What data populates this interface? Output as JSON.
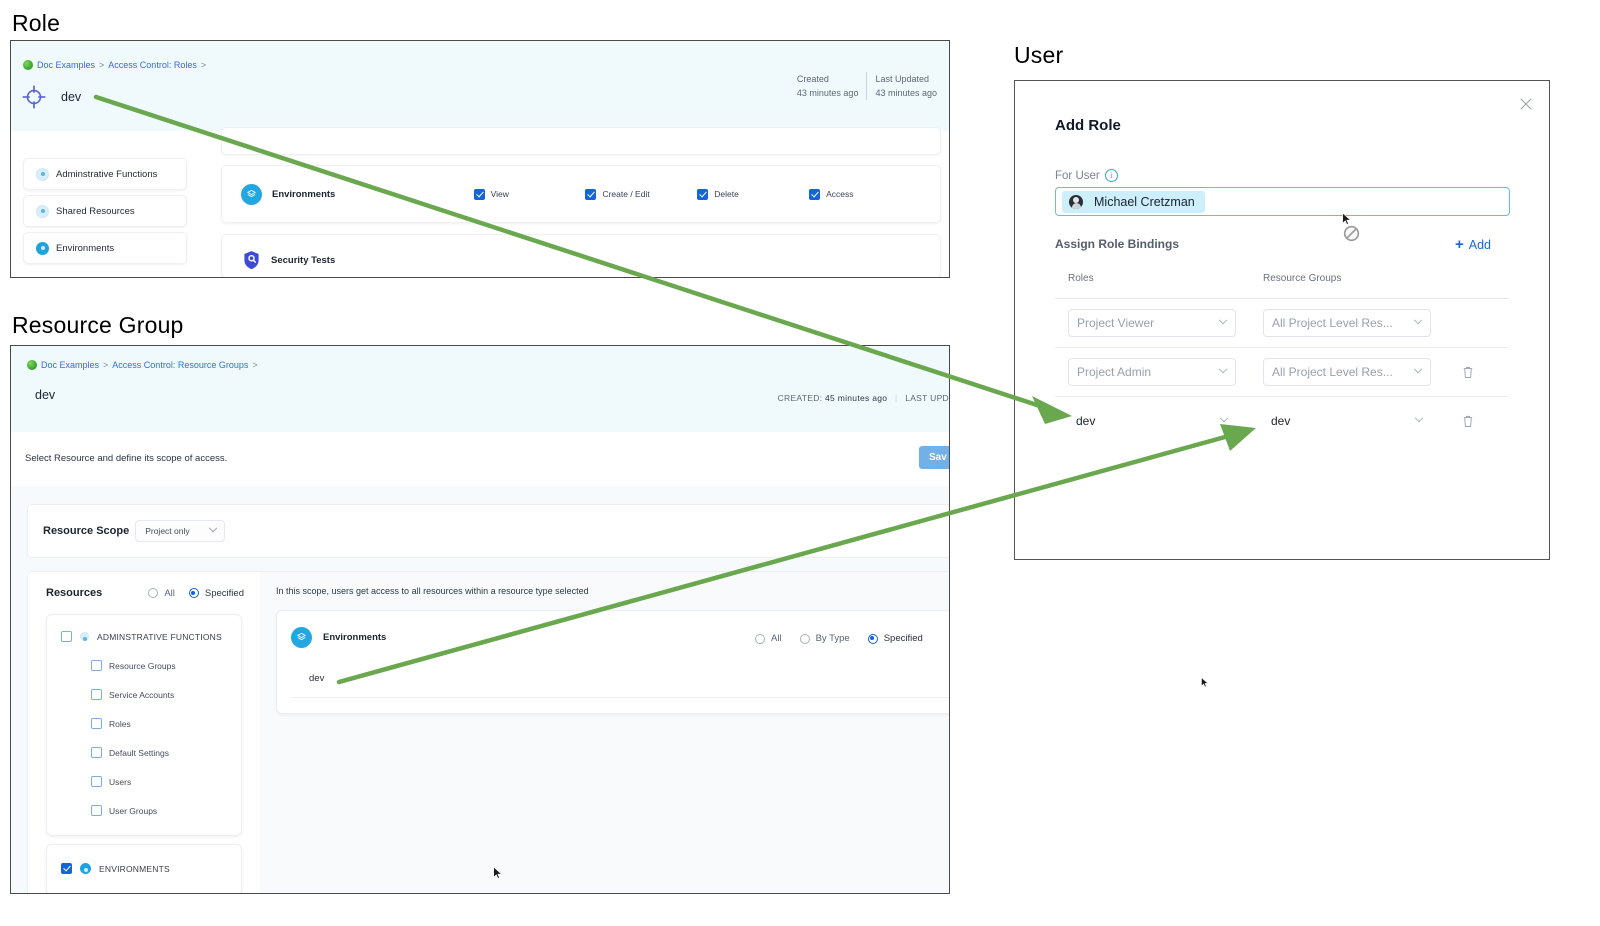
{
  "captions": {
    "role": "Role",
    "resource_group": "Resource Group",
    "user": "User"
  },
  "role_panel": {
    "breadcrumb": [
      "Doc Examples",
      "Access Control: Roles",
      ""
    ],
    "title": "dev",
    "meta": [
      {
        "label": "Created",
        "value": "43 minutes ago"
      },
      {
        "label": "Last Updated",
        "value": "43 minutes ago"
      }
    ],
    "sidebar": [
      {
        "label": "Adminstrative Functions",
        "dot": "pale"
      },
      {
        "label": "Shared Resources",
        "dot": "pale"
      },
      {
        "label": "Environments",
        "dot": "solid"
      }
    ],
    "permission_rows": [
      {
        "name": "Environments",
        "icon": "environments-icon",
        "columns": [
          {
            "label": "View",
            "checked": true
          },
          {
            "label": "Create / Edit",
            "checked": true
          },
          {
            "label": "Delete",
            "checked": true
          },
          {
            "label": "Access",
            "checked": true
          }
        ]
      },
      {
        "name": "Security Tests",
        "icon": "security-shield-icon",
        "columns": []
      }
    ]
  },
  "resource_group_panel": {
    "breadcrumb": [
      "Doc Examples",
      "Access Control: Resource Groups",
      ""
    ],
    "title": "dev",
    "meta": {
      "created_label": "CREATED:",
      "created_value": "45 minutes ago",
      "last_updated_label": "LAST UPD"
    },
    "subtitle": "Select Resource and define its scope of access.",
    "save_label": "Sav",
    "scope": {
      "label": "Resource Scope",
      "value": "Project only"
    },
    "resources": {
      "title": "Resources",
      "options": [
        {
          "label": "All",
          "selected": false
        },
        {
          "label": "Specified",
          "selected": true
        }
      ],
      "groups": [
        {
          "label": "ADMINSTRATIVE FUNCTIONS",
          "checked": false,
          "dot": "pale",
          "children": [
            {
              "label": "Resource Groups",
              "checked": false
            },
            {
              "label": "Service Accounts",
              "checked": false
            },
            {
              "label": "Roles",
              "checked": false
            },
            {
              "label": "Default Settings",
              "checked": false
            },
            {
              "label": "Users",
              "checked": false
            },
            {
              "label": "User Groups",
              "checked": false
            }
          ]
        },
        {
          "label": "ENVIRONMENTS",
          "checked": true,
          "dot": "solid",
          "children": []
        }
      ]
    },
    "scope_area": {
      "note": "In this scope, users get access to all resources within a resource type selected",
      "card": {
        "title": "Environments",
        "icon": "environments-icon",
        "options": [
          {
            "label": "All",
            "selected": false
          },
          {
            "label": "By Type",
            "selected": false
          },
          {
            "label": "Specified",
            "selected": true
          }
        ],
        "value": "dev"
      }
    }
  },
  "user_panel": {
    "dialog_title": "Add Role",
    "close_label": "×",
    "for_user_label": "For User",
    "selected_user": "Michael Cretzman",
    "assign_label": "Assign Role Bindings",
    "add_label": "Add",
    "add_plus": "+",
    "columns": [
      "Roles",
      "Resource Groups"
    ],
    "rows": [
      {
        "role": "Project Viewer",
        "resource_group": "All Project Level Res...",
        "plain": false,
        "deletable": false
      },
      {
        "role": "Project Admin",
        "resource_group": "All Project Level Res...",
        "plain": false,
        "deletable": true
      },
      {
        "role": "dev",
        "resource_group": "dev",
        "plain": true,
        "deletable": true
      }
    ]
  },
  "colors": {
    "header_tint": "#f0fafd",
    "accent_blue": "#1266d6",
    "link_blue": "#2f6fdd",
    "annotation_green": "#6aa84f",
    "icon_cyan": "#24a7e0",
    "save_blue": "#72b0e8"
  }
}
